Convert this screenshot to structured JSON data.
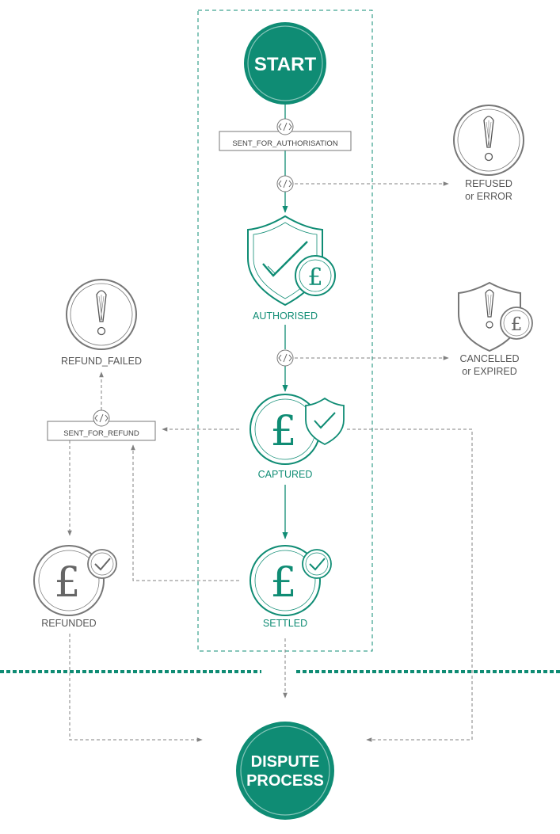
{
  "colors": {
    "accent": "#0f8c74",
    "grey": "#666666",
    "dash": "#808080"
  },
  "nodes": {
    "start": "START",
    "sent_for_authorisation": "SENT_FOR_AUTHORISATION",
    "refused": [
      "REFUSED",
      "or ERROR"
    ],
    "authorised": "AUTHORISED",
    "cancelled": [
      "CANCELLED",
      "or EXPIRED"
    ],
    "refund_failed": "REFUND_FAILED",
    "sent_for_refund": "SENT_FOR_REFUND",
    "captured": "CAPTURED",
    "refunded": "REFUNDED",
    "settled": "SETTLED",
    "dispute": [
      "DISPUTE",
      "PROCESS"
    ]
  }
}
